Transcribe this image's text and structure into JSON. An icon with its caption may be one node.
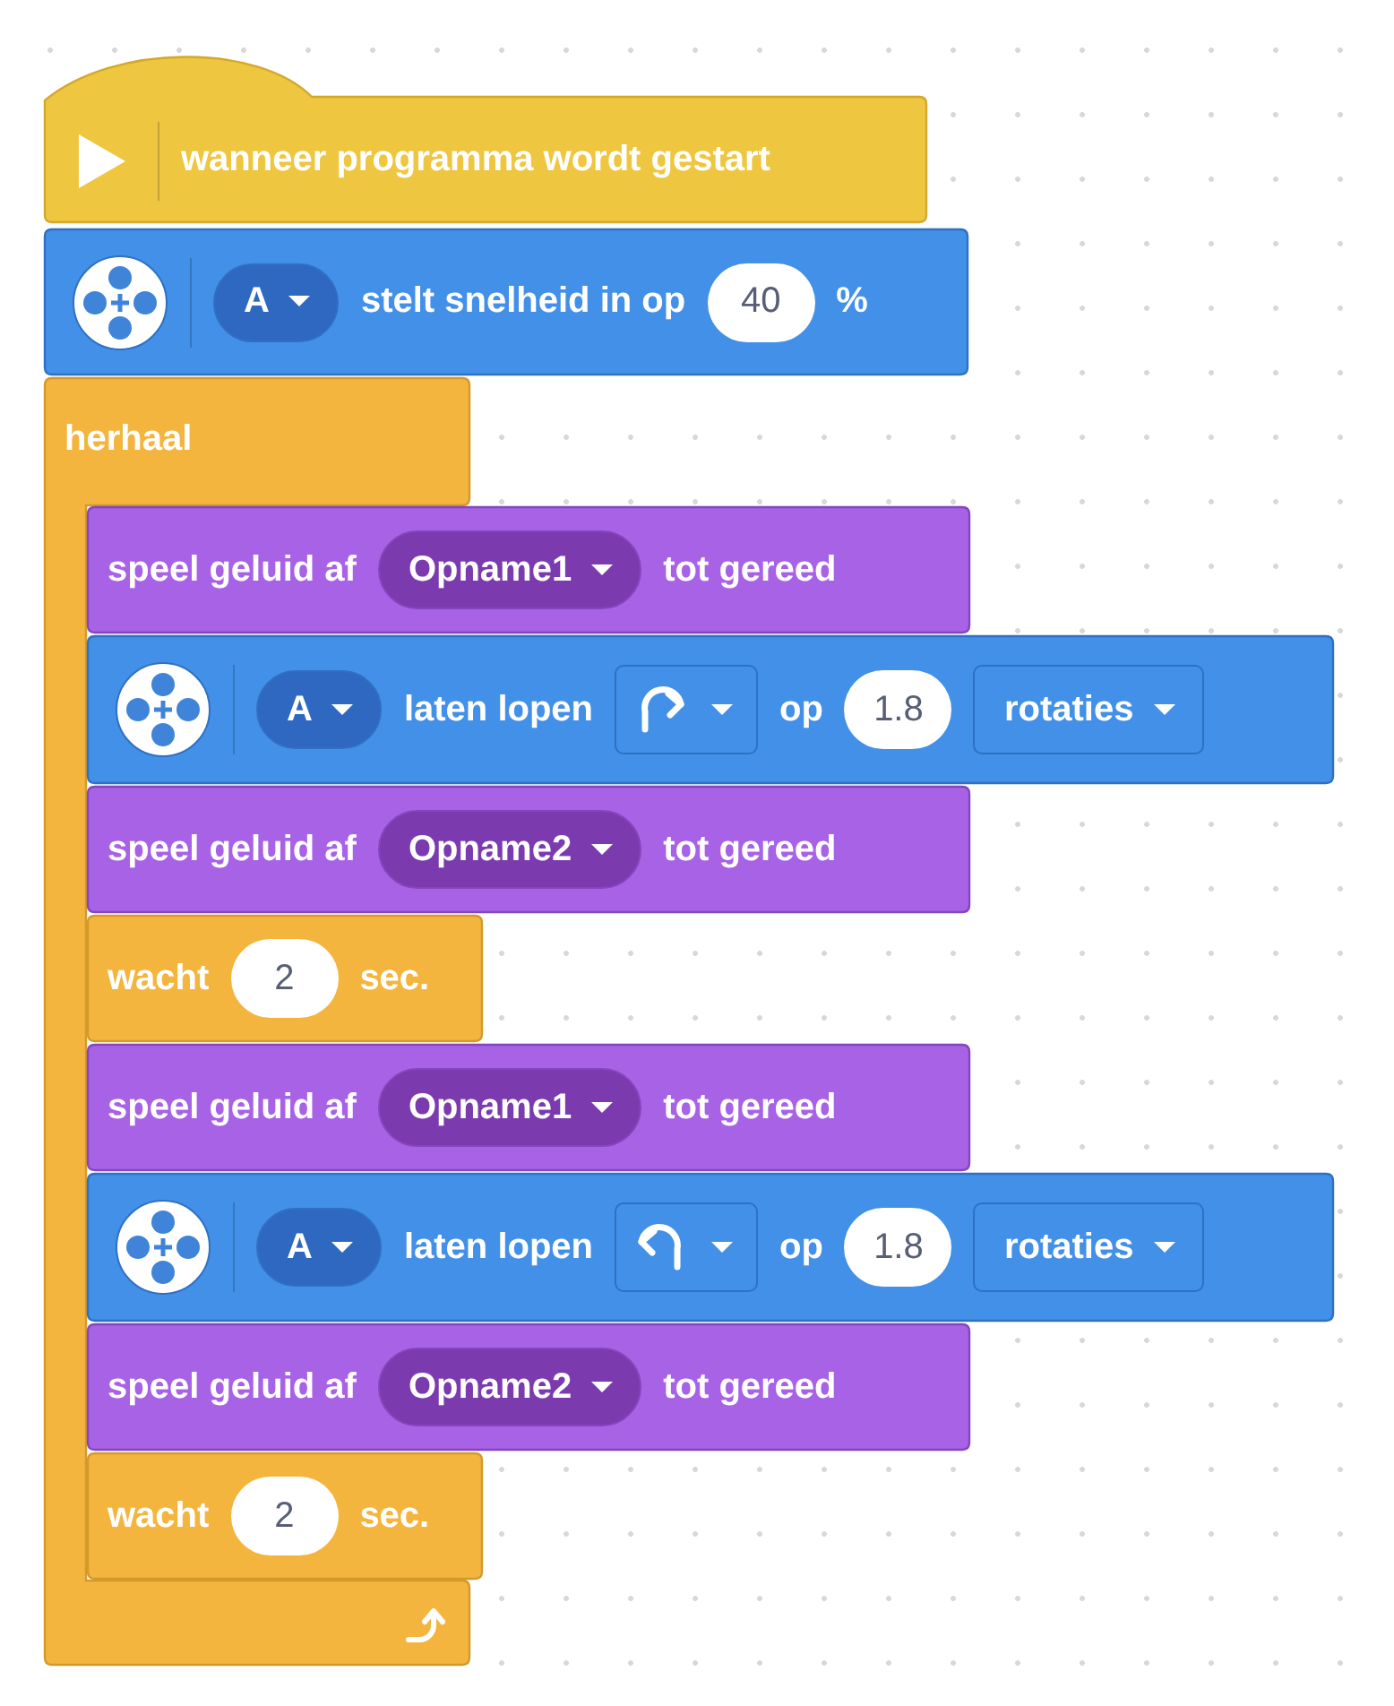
{
  "diagram": {
    "nodes": [
      {
        "text": [
          "wanneer programma wordt gestart"
        ]
      },
      {
        "text": [
          "A",
          "stelt snelheid in op",
          "40",
          "%"
        ]
      },
      {
        "text": [
          "herhaal"
        ]
      },
      {
        "text": [
          "speel geluid af",
          "Opname1",
          "tot gereed"
        ]
      },
      {
        "text": [
          "A",
          "laten lopen",
          "op",
          "1.8",
          "rotaties"
        ]
      },
      {
        "text": [
          "speel geluid af",
          "Opname2",
          "tot gereed"
        ]
      },
      {
        "text": [
          "wacht",
          "2",
          "sec."
        ]
      },
      {
        "text": [
          "speel geluid af",
          "Opname1",
          "tot gereed"
        ]
      },
      {
        "text": [
          "A",
          "laten lopen",
          "op",
          "1.8",
          "rotaties"
        ]
      },
      {
        "text": [
          "speel geluid af",
          "Opname2",
          "tot gereed"
        ]
      },
      {
        "text": [
          "wacht",
          "2",
          "sec."
        ]
      }
    ]
  }
}
